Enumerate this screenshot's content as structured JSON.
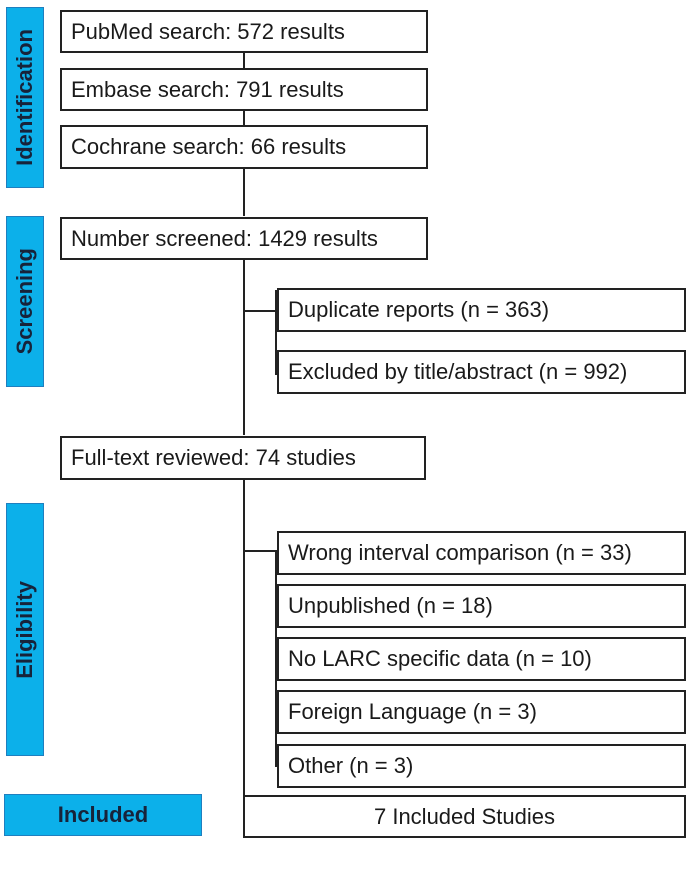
{
  "stages": {
    "identification": "Identification",
    "screening": "Screening",
    "eligibility": "Eligibility",
    "included": "Included"
  },
  "boxes": {
    "pubmed": "PubMed search: 572 results",
    "embase": "Embase search: 791 results",
    "cochrane": "Cochrane search: 66 results",
    "screened": "Number screened: 1429 results",
    "duplicates": "Duplicate reports (n = 363)",
    "excluded_title": "Excluded by title/abstract (n = 992)",
    "fulltext": "Full-text reviewed: 74 studies",
    "wrong_interval": "Wrong interval comparison (n = 33)",
    "unpublished": "Unpublished (n = 18)",
    "no_larc": "No LARC specific data (n = 10)",
    "foreign_language": "Foreign Language (n = 3)",
    "other": "Other (n = 3)",
    "included": "7 Included Studies"
  },
  "colors": {
    "stage_fill": "#0cb0ea",
    "stage_text": "#17233a",
    "box_border": "#222222"
  }
}
